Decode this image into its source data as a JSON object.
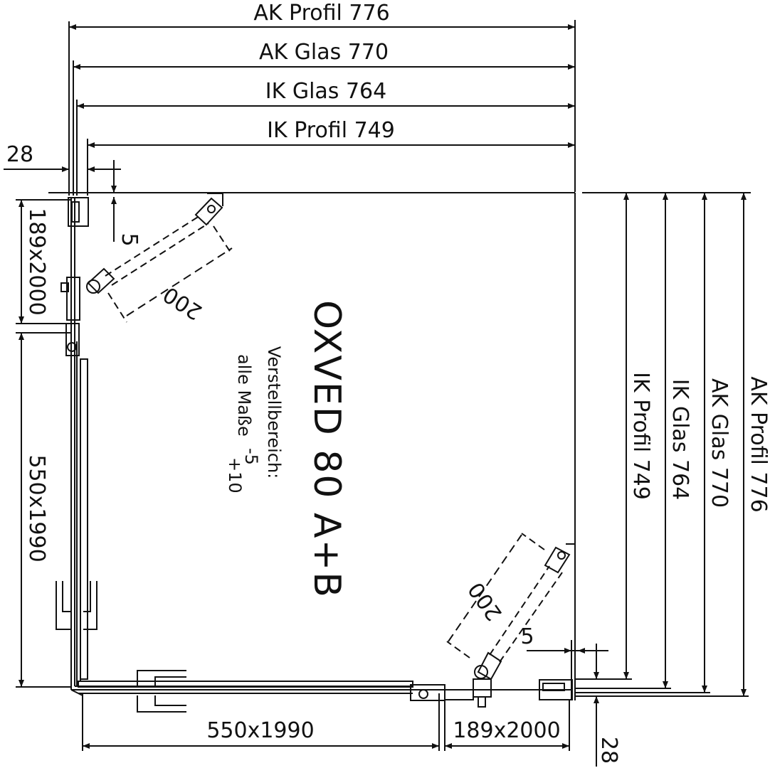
{
  "top_dimensions": {
    "ak_profil": "AK Profil 776",
    "ak_glas": "AK Glas 770",
    "ik_glas": "IK Glas 764",
    "ik_profil": "IK Profil 749",
    "offset": "28"
  },
  "right_dimensions": {
    "ak_profil": "AK Profil 776",
    "ak_glas": "AK Glas 770",
    "ik_glas": "IK Glas 764",
    "ik_profil": "IK Profil 749",
    "offset": "28"
  },
  "left_dimensions": {
    "fixed_panel": "189x2000",
    "door_panel": "550x1990"
  },
  "bottom_dimensions": {
    "door_panel": "550x1990",
    "fixed_panel": "189x2000"
  },
  "gap_labels": {
    "top": "5",
    "bottom": "5"
  },
  "stabilizer_labels": {
    "top": "200",
    "bottom": "200"
  },
  "center_notes": {
    "model": "OXVED 80 A+B",
    "adjust_label": "Verstellbereich:",
    "all_dims": "alle Maße",
    "minus": "-5",
    "plus": "+10"
  }
}
